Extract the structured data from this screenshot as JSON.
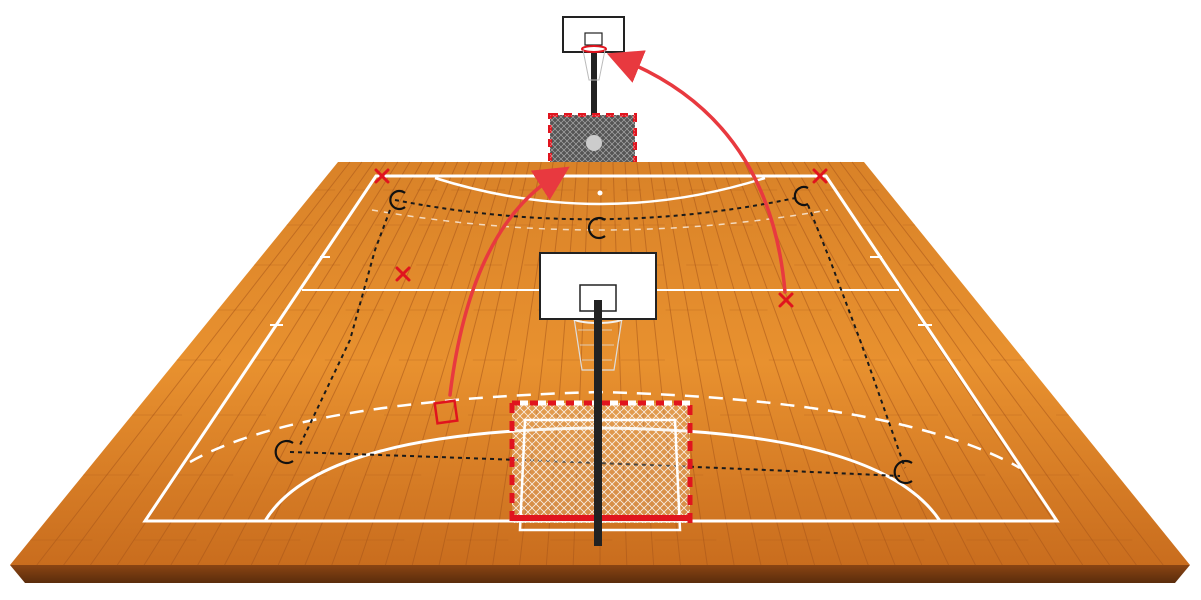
{
  "colors": {
    "floor_light": "#e8912f",
    "floor_mid": "#cf7420",
    "floor_dark": "#a8561a",
    "floor_edge": "#7a3e12",
    "court_line": "#ffffff",
    "marker_red": "#e0141e",
    "arrow_red": "#e8393f",
    "dotted_path": "#1a1a1a",
    "goal_red": "#e0141e",
    "backboard_fill": "#ffffff",
    "pole": "#222222"
  },
  "markers": {
    "player_cone_symbol": "C",
    "defender_symbol": "✕",
    "start_symbol": "square"
  },
  "equipment": {
    "near_goal": "handball-goal",
    "far_goal": "handball-goal",
    "near_hoop": "basketball-backboard",
    "far_hoop": "basketball-backboard"
  }
}
